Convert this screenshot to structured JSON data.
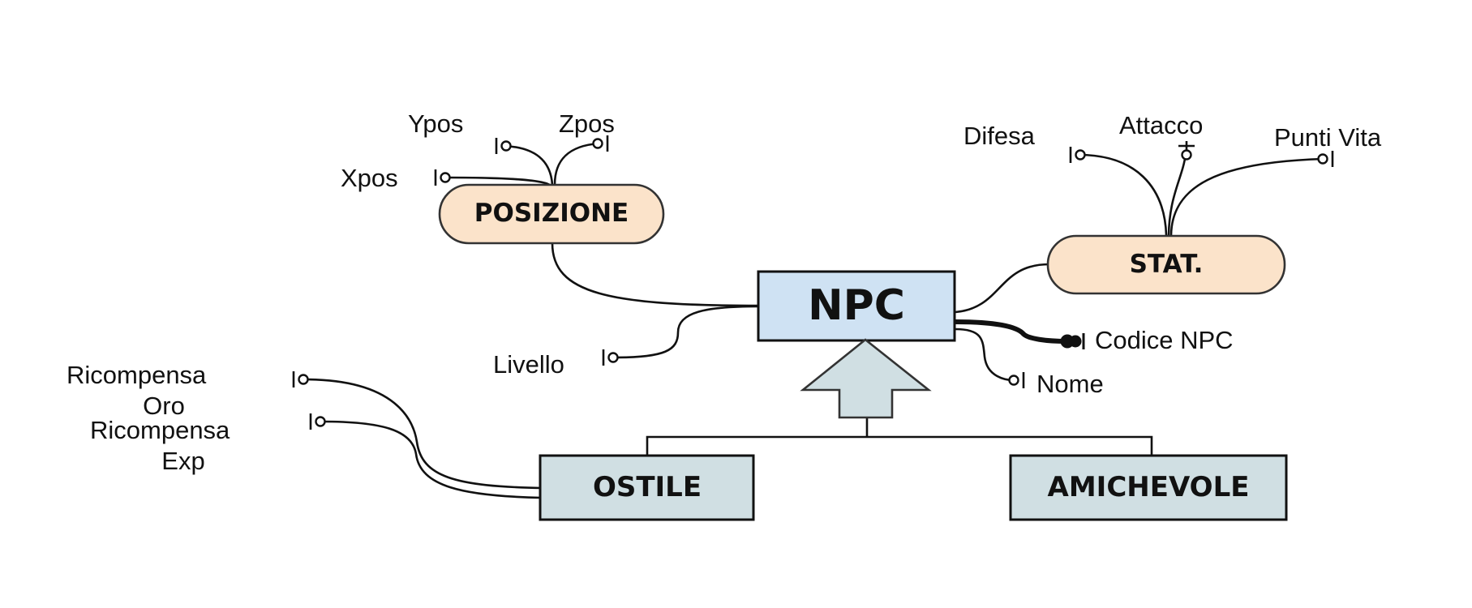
{
  "colors": {
    "entity_main": "#cfe2f3",
    "entity_sub": "#d0dfe3",
    "composite": "#fbe3ca",
    "arrow": "#d0dfe3",
    "line": "#111111"
  },
  "entities": {
    "npc": "NPC",
    "ostile": "OSTILE",
    "amichevole": "AMICHEVOLE"
  },
  "composites": {
    "posizione": "POSIZIONE",
    "stat": "STAT."
  },
  "attributes": {
    "xpos": "Xpos",
    "ypos": "Ypos",
    "zpos": "Zpos",
    "difesa": "Difesa",
    "attacco": "Attacco",
    "punti_vita": "Punti Vita",
    "livello": "Livello",
    "codice_npc": "Codice NPC",
    "nome": "Nome",
    "ricompensa_oro_1": "Ricompensa",
    "ricompensa_oro_2": "Oro",
    "ricompensa_exp_1": "Ricompensa",
    "ricompensa_exp_2": "Exp"
  }
}
